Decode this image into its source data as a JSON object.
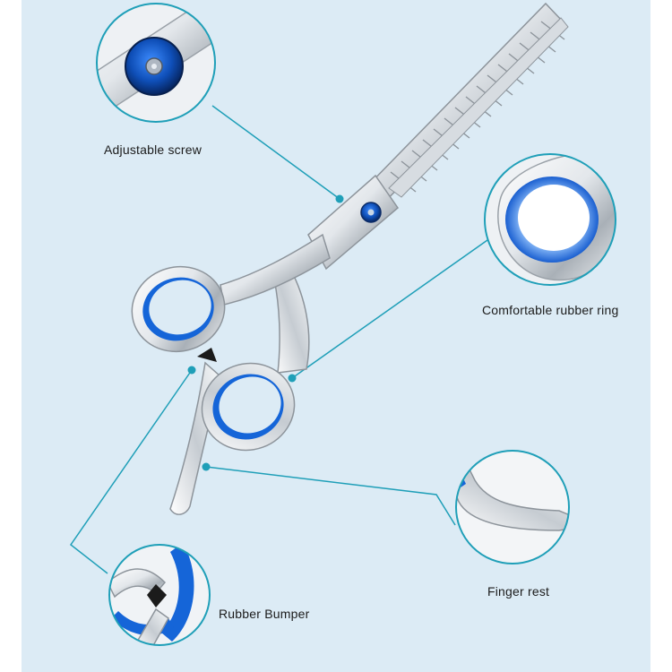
{
  "callouts": {
    "adjustable_screw": "Adjustable screw",
    "rubber_ring": "Comfortable rubber ring",
    "finger_rest": "Finger rest",
    "rubber_bumper": "Rubber Bumper"
  },
  "colors": {
    "background": "#dcebf5",
    "callout_line": "#1f9fb8",
    "steel_light": "#f4f6f8",
    "steel_dark": "#8d949b",
    "rubber_blue": "#1565d8"
  }
}
